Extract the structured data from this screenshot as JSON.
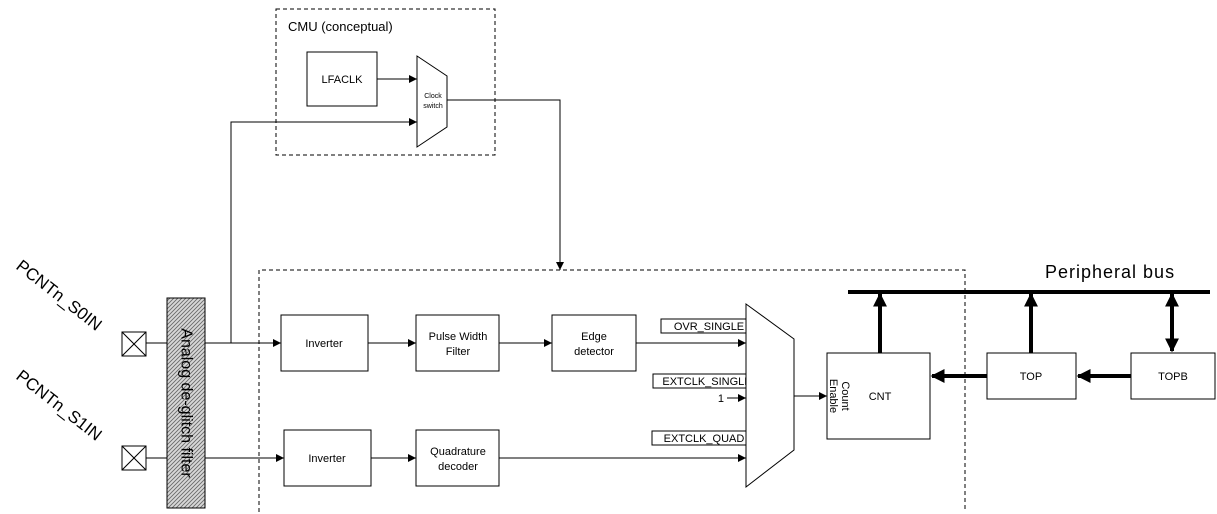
{
  "cmu": {
    "title": "CMU (conceptual)",
    "lfaclk": "LFACLK",
    "clock_switch": [
      "Clock",
      "switch"
    ]
  },
  "peripheral_bus": "Peripheral bus",
  "pins": {
    "s0": "PCNTn_S0IN",
    "s1": "PCNTn_S1IN"
  },
  "deglitch_filter": "Analog de-glitch filter",
  "blocks": {
    "inverter_top": "Inverter",
    "pulse_width_filter": [
      "Pulse Width",
      "Filter"
    ],
    "edge_detector": [
      "Edge",
      "detector"
    ],
    "inverter_bottom": "Inverter",
    "quadrature_decoder": [
      "Quadrature",
      "decoder"
    ],
    "cnt": "CNT",
    "count_enable": [
      "Count",
      "Enable"
    ],
    "top": "TOP",
    "topb": "TOPB"
  },
  "mux_inputs": {
    "ovr_single": "OVR_SINGLE",
    "extclk_single": "EXTCLK_SINGLE",
    "const_one": "1",
    "extclk_quad": "EXTCLK_QUAD"
  }
}
